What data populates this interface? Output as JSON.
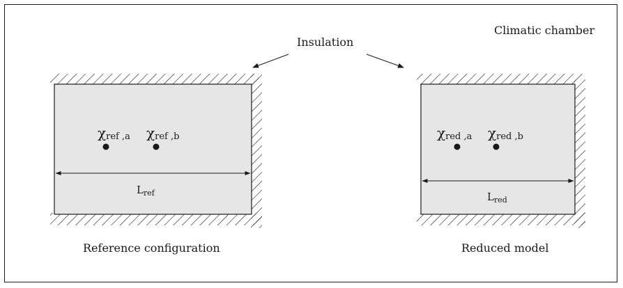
{
  "chamber_label": "Climatic chamber",
  "insulation_label": "Insulation",
  "reference": {
    "caption": "Reference configuration",
    "point_a": {
      "symbol": "χ",
      "sub": "ref ,a"
    },
    "point_b": {
      "symbol": "χ",
      "sub": "ref ,b"
    },
    "length": {
      "symbol": "L",
      "sub": "ref"
    }
  },
  "reduced": {
    "caption": "Reduced model",
    "point_a": {
      "symbol": "χ",
      "sub": "red ,a"
    },
    "point_b": {
      "symbol": "χ",
      "sub": "red ,b"
    },
    "length": {
      "symbol": "L",
      "sub": "red"
    }
  },
  "colors": {
    "fill": "#e6e6e6",
    "stroke": "#1a1a1a"
  }
}
